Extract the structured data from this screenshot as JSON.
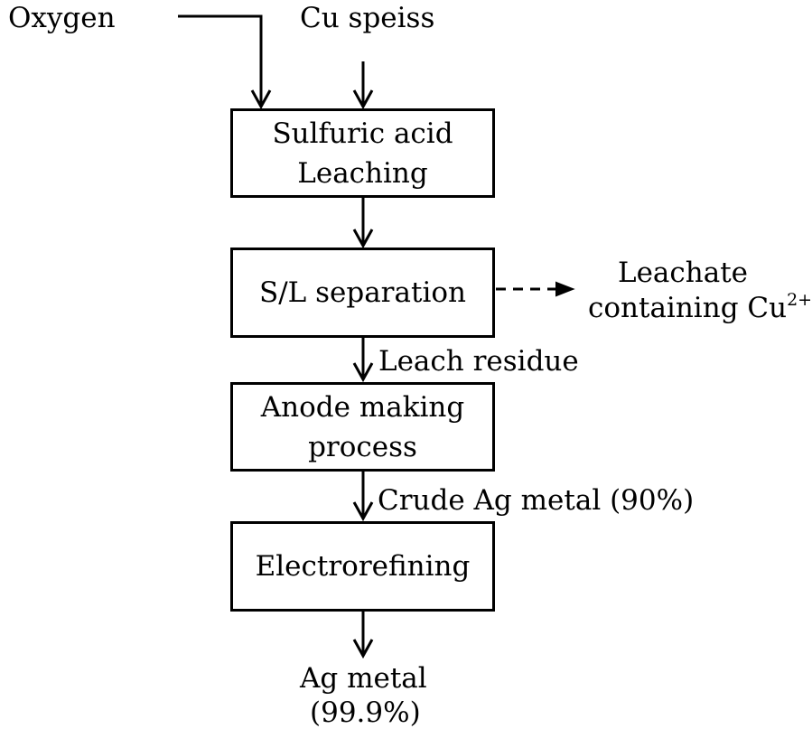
{
  "inputs": {
    "oxygen": "Oxygen",
    "cu_speiss": "Cu speiss"
  },
  "steps": {
    "leaching": {
      "line1": "Sulfuric acid",
      "line2": "Leaching"
    },
    "separation": {
      "label": "S/L separation"
    },
    "anode": {
      "line1": "Anode making",
      "line2": "process"
    },
    "electrorefining": {
      "label": "Electrorefining"
    }
  },
  "flows": {
    "leachate_line1": "Leachate",
    "leachate_line2": "containing Cu",
    "leachate_superscript": "2+",
    "leach_residue": "Leach residue",
    "crude_ag": "Crude Ag metal (90%)"
  },
  "output": {
    "line1": "Ag metal",
    "line2": "(99.9%)"
  },
  "colors": {
    "stroke": "#000000",
    "background": "#ffffff"
  }
}
